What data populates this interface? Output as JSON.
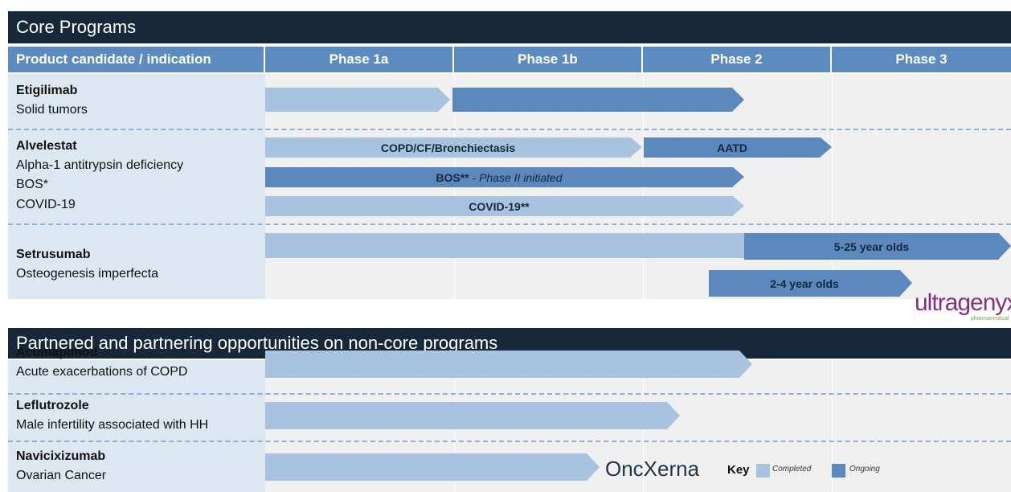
{
  "sections": {
    "core_title": "Core Programs",
    "partnered_title": "Partnered and partnering opportunities on non-core programs"
  },
  "header": {
    "product_label": "Product candidate / indication",
    "phases": [
      "Phase 1a",
      "Phase 1b",
      "Phase 2",
      "Phase 3"
    ]
  },
  "programs": {
    "etigilimab": {
      "name": "Etigilimab",
      "indication": "Solid tumors"
    },
    "alvelestat": {
      "name": "Alvelestat",
      "indications": [
        "Alpha-1 antitrypsin deficiency",
        "BOS*",
        "COVID-19"
      ],
      "bar_copd": "COPD/CF/Bronchiectasis",
      "bar_aatd": "AATD",
      "bar_bos_bold": "BOS**",
      "bar_bos_rest": " - ",
      "bar_bos_italic": "Phase II initiated",
      "bar_covid": "COVID-19**"
    },
    "setrusumab": {
      "name": "Setrusumab",
      "indication": "Osteogenesis imperfecta",
      "bar_5_25": "5-25 year olds",
      "bar_2_4": "2-4 year olds",
      "partner_logo": "ultragenyx",
      "partner_sub": "pharmaceutical"
    },
    "acumapimod": {
      "name": "Acumapimod",
      "indication": "Acute exacerbations of COPD"
    },
    "leflutrozole": {
      "name": "Leflutrozole",
      "indication": "Male infertility associated with HH"
    },
    "navicixizumab": {
      "name": "Navicixizumab",
      "indication": "Ovarian Cancer",
      "partner_logo": "OncXerna"
    }
  },
  "key": {
    "label": "Key",
    "completed": "Completed",
    "ongoing": "Ongoing"
  },
  "colors": {
    "navy": "#16283a",
    "header_blue": "#5b8bbf",
    "completed": "#a8c3df",
    "ongoing": "#5b89be",
    "label_bg": "#dde7f1"
  }
}
